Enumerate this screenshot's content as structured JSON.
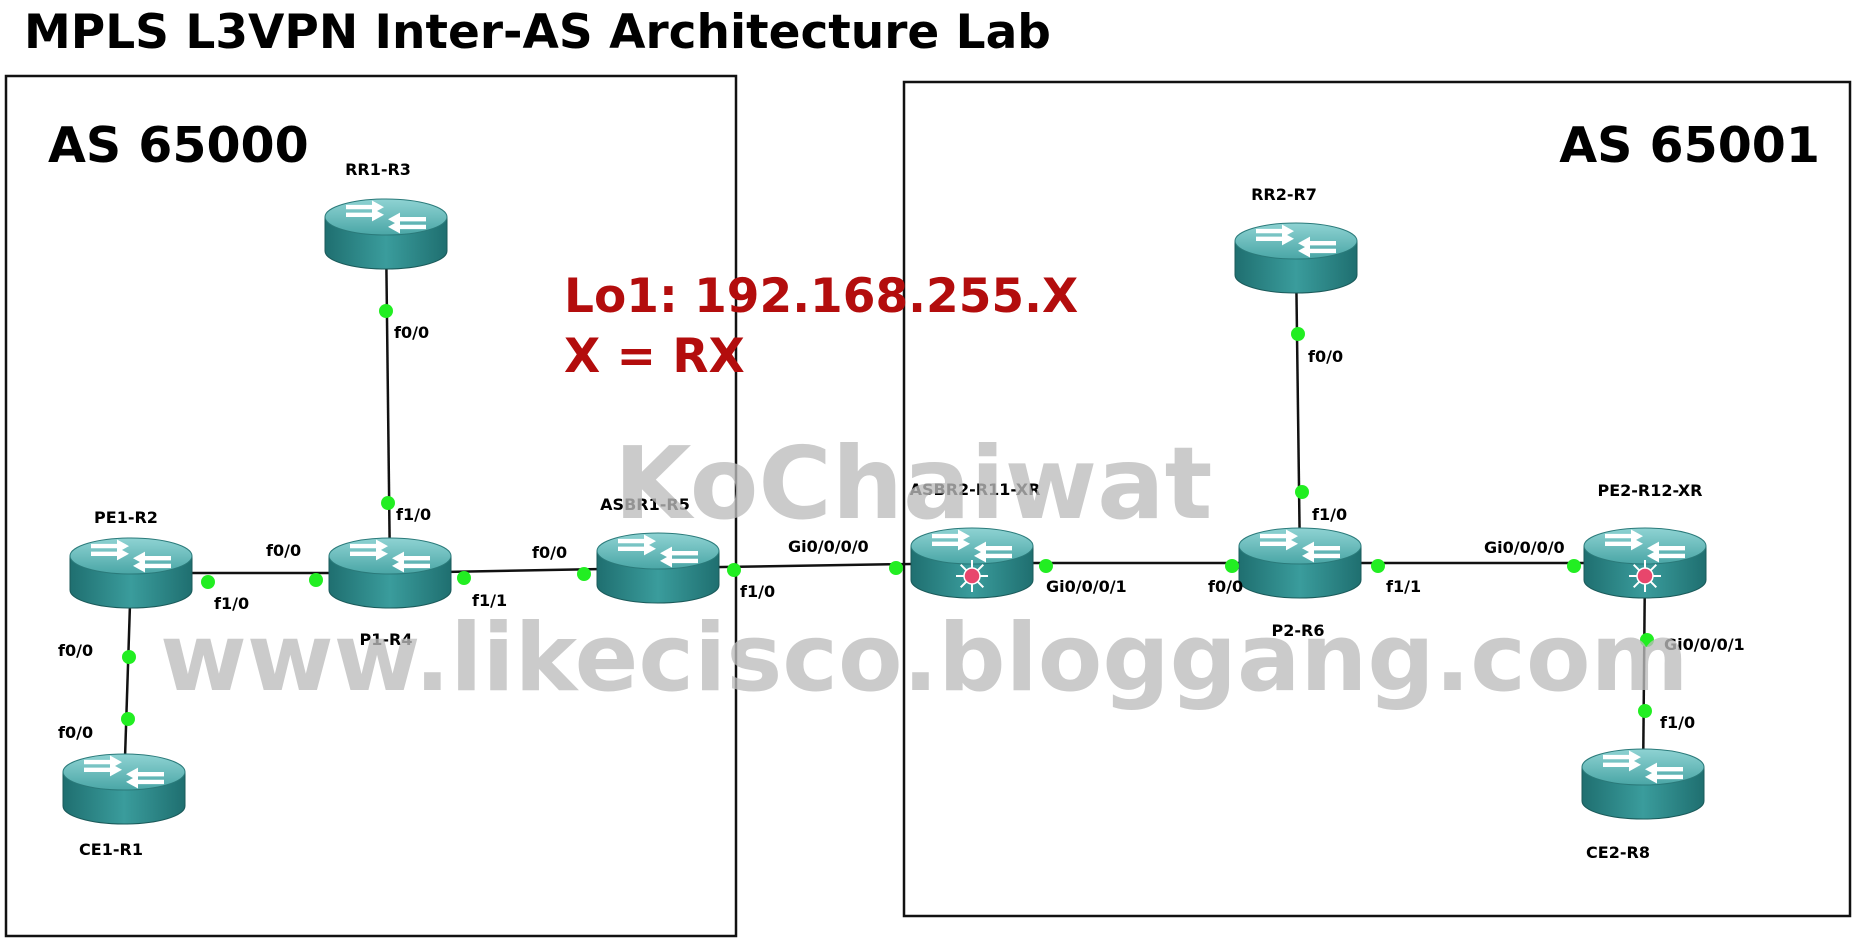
{
  "title": "MPLS L3VPN Inter-AS Architecture Lab",
  "as_left": {
    "label": "AS 65000"
  },
  "as_right": {
    "label": "AS 65001"
  },
  "annotation": {
    "line1": "Lo1: 192.168.255.X",
    "line2": "X = RX"
  },
  "watermark": {
    "line1": "KoChaiwat",
    "line2": "www.likecisco.bloggang.com"
  },
  "colors": {
    "router_body": "#2f8f8f",
    "router_top": "#5fb8b8",
    "link": "#111111",
    "port_dot": "#22ee22",
    "annotation": "#b30d0d",
    "watermark": "#c2c2c2"
  },
  "routers": [
    {
      "id": "rr1",
      "name": "RR1-R3",
      "type": "ios"
    },
    {
      "id": "pe1",
      "name": "PE1-R2",
      "type": "ios"
    },
    {
      "id": "p1",
      "name": "P1-R4",
      "type": "ios"
    },
    {
      "id": "asbr1",
      "name": "ASBR1-R5",
      "type": "ios"
    },
    {
      "id": "ce1",
      "name": "CE1-R1",
      "type": "ios"
    },
    {
      "id": "asbr2",
      "name": "ASBR2-R11-XR",
      "type": "xr"
    },
    {
      "id": "rr2",
      "name": "RR2-R7",
      "type": "ios"
    },
    {
      "id": "p2",
      "name": "P2-R6",
      "type": "ios"
    },
    {
      "id": "pe2",
      "name": "PE2-R12-XR",
      "type": "xr"
    },
    {
      "id": "ce2",
      "name": "CE2-R8",
      "type": "ios"
    }
  ],
  "links": [
    {
      "id": "rr1-p1",
      "a": "rr1",
      "a_port": "f0/0",
      "b": "p1",
      "b_port": "f1/0"
    },
    {
      "id": "pe1-p1",
      "a": "pe1",
      "a_port": "f1/0",
      "b": "p1",
      "b_port": "f0/0"
    },
    {
      "id": "pe1-ce1",
      "a": "pe1",
      "a_port": "f0/0",
      "b": "ce1",
      "b_port": "f0/0"
    },
    {
      "id": "p1-asbr1",
      "a": "p1",
      "a_port": "f1/1",
      "b": "asbr1",
      "b_port": "f0/0"
    },
    {
      "id": "asbr1-asbr2",
      "a": "asbr1",
      "a_port": "f1/0",
      "b": "asbr2",
      "b_port": "Gi0/0/0/0"
    },
    {
      "id": "asbr2-p2",
      "a": "asbr2",
      "a_port": "Gi0/0/0/1",
      "b": "p2",
      "b_port": "f0/0"
    },
    {
      "id": "rr2-p2",
      "a": "rr2",
      "a_port": "f0/0",
      "b": "p2",
      "b_port": "f1/0"
    },
    {
      "id": "p2-pe2",
      "a": "p2",
      "a_port": "f1/1",
      "b": "pe2",
      "b_port": "Gi0/0/0/0"
    },
    {
      "id": "pe2-ce2",
      "a": "pe2",
      "a_port": "Gi0/0/0/1",
      "b": "ce2",
      "b_port": "f1/0"
    }
  ]
}
